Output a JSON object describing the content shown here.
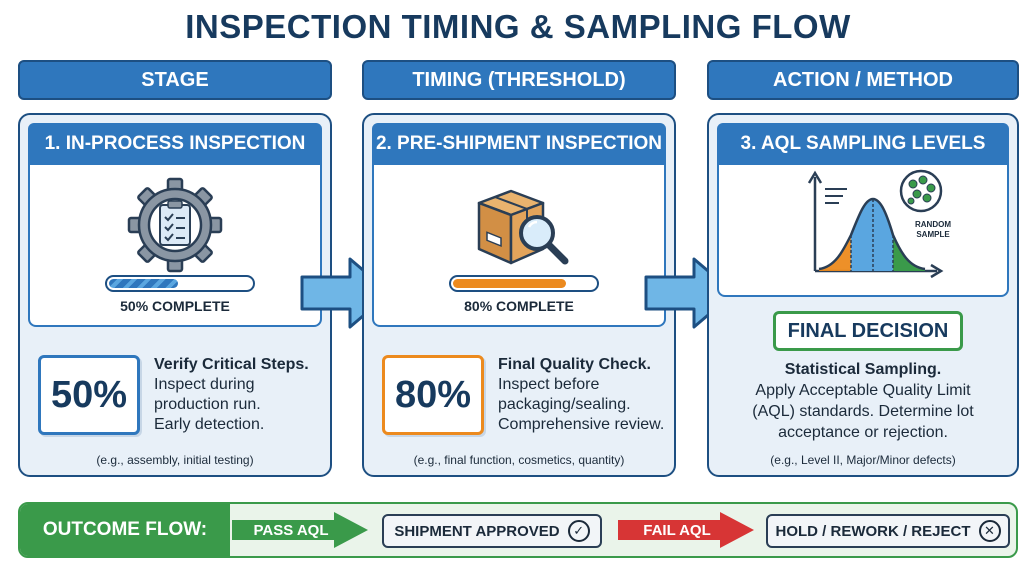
{
  "title": "INSPECTION TIMING & SAMPLING FLOW",
  "headers": [
    "STAGE",
    "TIMING (THRESHOLD)",
    "ACTION / METHOD"
  ],
  "panels": [
    {
      "title": "1. IN-PROCESS INSPECTION",
      "icon": "gear-checklist-icon",
      "progress_label": "50% COMPLETE",
      "progress": 0.5,
      "progress_color": "#2f77bd",
      "percent": "50%",
      "desc_heading": "Verify Critical Steps.",
      "desc_line1": "Inspect during",
      "desc_line2": "production run.",
      "desc_line3": "Early detection.",
      "example": "(e.g., assembly, initial testing)"
    },
    {
      "title": "2. PRE-SHIPMENT INSPECTION",
      "icon": "box-magnifier-icon",
      "progress_label": "80% COMPLETE",
      "progress": 0.8,
      "progress_color": "#ec8a1e",
      "percent": "80%",
      "desc_heading": "Final Quality Check.",
      "desc_line1": "Inspect before",
      "desc_line2": "packaging/sealing.",
      "desc_line3": "Comprehensive review.",
      "example": "(e.g., final function, cosmetics, quantity)"
    },
    {
      "title": "3. AQL SAMPLING LEVELS",
      "icon": "bell-curve-icon",
      "sample_label_1": "RANDOM",
      "sample_label_2": "SAMPLE",
      "decision": "FINAL DECISION",
      "desc_heading": "Statistical Sampling.",
      "desc_line1": "Apply Acceptable Quality Limit",
      "desc_line2": "(AQL) standards. Determine lot",
      "desc_line3": "acceptance or rejection.",
      "example": "(e.g., Level II, Major/Minor defects)"
    }
  ],
  "outcome": {
    "label": "OUTCOME FLOW:",
    "pass_label": "PASS AQL",
    "pass_result": "SHIPMENT APPROVED",
    "fail_label": "FAIL AQL",
    "fail_result": "HOLD / REWORK / REJECT"
  },
  "colors": {
    "primary": "#2f77bd",
    "dark": "#1d4f82",
    "orange": "#ec8a1e",
    "green": "#3a9a4a",
    "red": "#d73535"
  }
}
